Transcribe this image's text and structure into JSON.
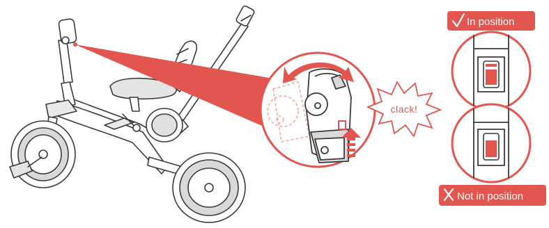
{
  "labels": {
    "in_position": "In position",
    "not_in_position": "Not in position",
    "clack": "clack!"
  },
  "icons": {
    "in_position_mark": "check-mark-icon",
    "not_in_position_mark": "cross-mark-icon",
    "push_direction": "dashed-up-arrow-icon",
    "rotate_direction": "double-curved-arrow-icon"
  },
  "colors": {
    "accent": "#e3554f",
    "accent_light": "#f2a6a1",
    "line": "#3a3a3a",
    "gray_fill": "#d7d7d7",
    "background": "#ffffff"
  }
}
